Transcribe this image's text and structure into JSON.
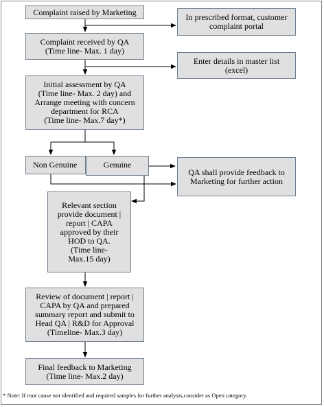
{
  "boxes": {
    "complaint_raised": "Complaint raised by Marketing",
    "prescribed_format": "In prescribed format, customer\ncomplaint portal",
    "complaint_received": "Complaint received by QA\n(Time line- Max. 1 day)",
    "master_list": "Enter details in master list\n(excel)",
    "initial_assessment": "Initial assessment by QA\n(Time line- Max. 2 day) and\nArrange meeting with concern\ndepartment for RCA\n(Time line- Max.7 day*)",
    "non_genuine": "Non Genuine",
    "genuine": "Genuine",
    "qa_feedback": "QA shall provide feedback to\nMarketing for further action",
    "relevant_section": "Relevant section\nprovide document |\nreport | CAPA\napproved by their\nHOD to QA.\n(Time line-\nMax.15 day)",
    "review": "Review of document | report |\nCAPA by QA and prepared\nsummary report and submit to\nHead QA | R&D for Approval\n(Timeline- Max.3 day)",
    "final_feedback": "Final feedback to Marketing\n(Time line- Max.2 day)"
  },
  "footnote": "* Note: If root cause not identified and required samples for further analysis,consider as Open category.",
  "colors": {
    "box_fill": "#e0e0e0",
    "box_border": "#6f7f8f",
    "connector": "#000000"
  }
}
